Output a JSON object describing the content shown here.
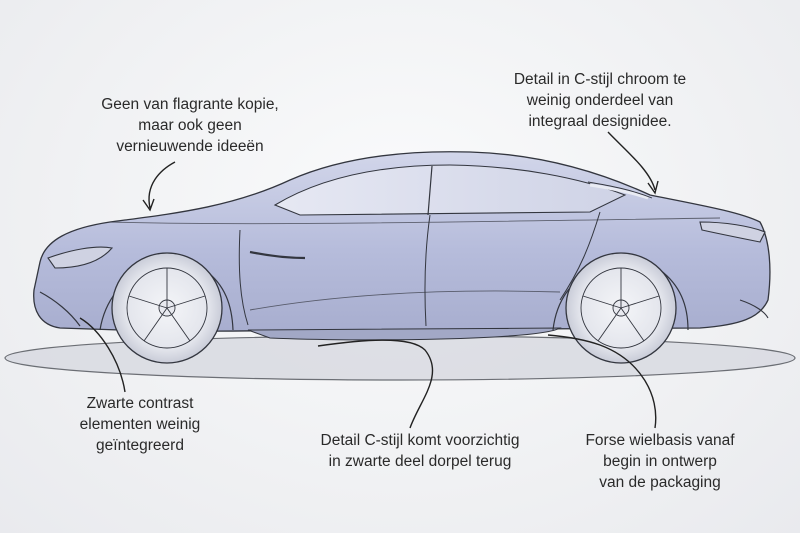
{
  "annotations": [
    {
      "id": "note-generic-design",
      "lines": [
        "Geen van flagrante kopie,",
        "maar ook geen",
        "vernieuwende ideeën"
      ]
    },
    {
      "id": "note-c-pillar-chrome",
      "lines": [
        "Detail in C-stijl chroom te",
        "weinig onderdeel van",
        "integraal designidee."
      ]
    },
    {
      "id": "note-black-contrast",
      "lines": [
        "Zwarte contrast",
        "elementen weinig",
        "geïntegreerd"
      ]
    },
    {
      "id": "note-sill-detail",
      "lines": [
        "Detail C-stijl komt voorzichtig",
        "in zwarte deel dorpel terug"
      ]
    },
    {
      "id": "note-wheelbase",
      "lines": [
        "Forse wielbasis vanaf",
        "begin in ontwerp",
        "van de packaging"
      ]
    }
  ],
  "colors": {
    "body": "#b9bfdc",
    "line": "#33363f",
    "ink": "#2a2a2a"
  }
}
